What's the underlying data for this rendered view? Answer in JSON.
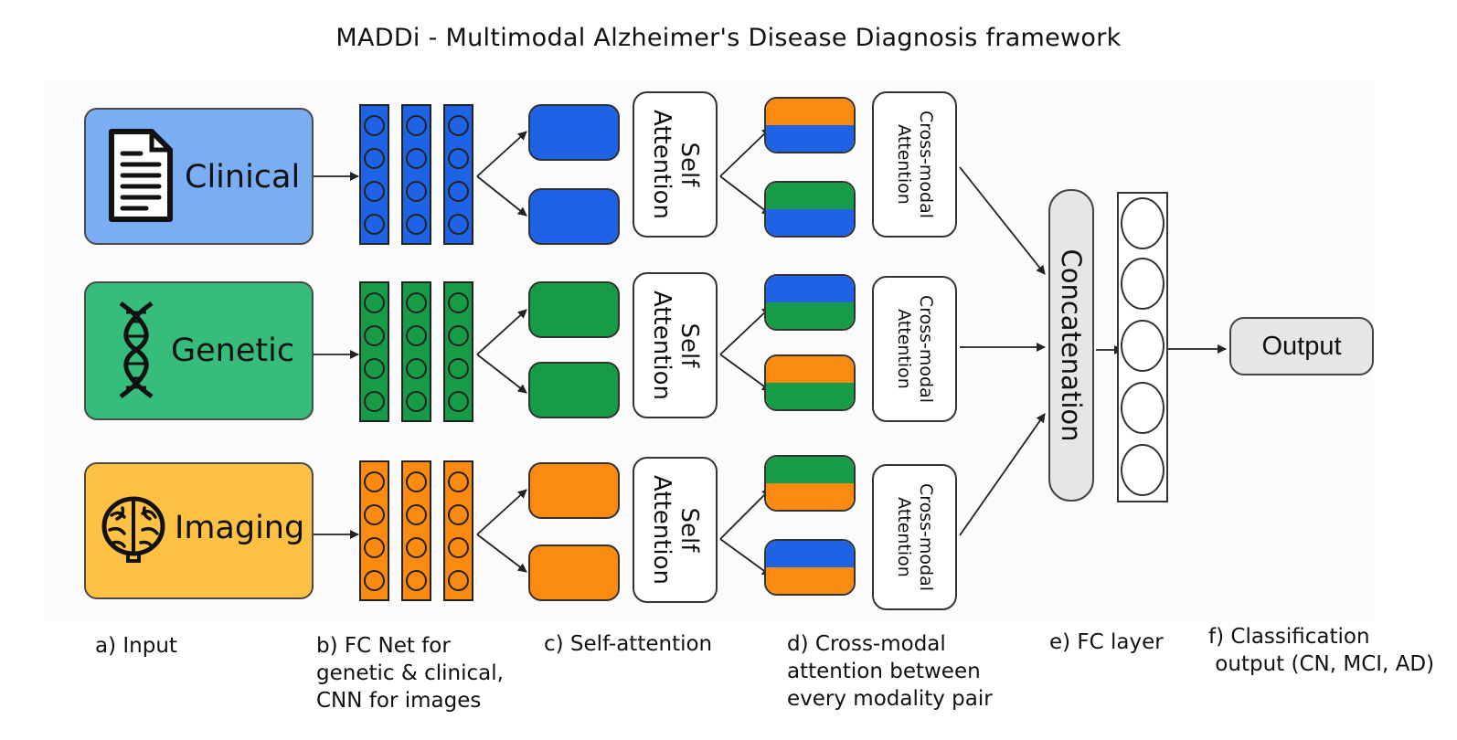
{
  "title": "MADDi -  Multimodal Alzheimer's Disease Diagnosis framework",
  "colors": {
    "clinical": "#1e63e6",
    "genetic": "#189b46",
    "imaging": "#fb8a10",
    "clinical_box": "#7aaef3",
    "genetic_box": "#36bd7c",
    "imaging_box": "#fec144"
  },
  "inputs": [
    {
      "label": "Clinical",
      "icon": "document-icon"
    },
    {
      "label": "Genetic",
      "icon": "dna-icon"
    },
    {
      "label": "Imaging",
      "icon": "brain-icon"
    }
  ],
  "self_attention_label": "Self Attention",
  "self_attention_lines": [
    "Self",
    "Attention"
  ],
  "cross_modal_lines": [
    "Cross-modal",
    "Attention"
  ],
  "cross_modal_pairs": [
    [
      [
        "imaging",
        "clinical"
      ],
      [
        "genetic",
        "clinical"
      ]
    ],
    [
      [
        "clinical",
        "genetic"
      ],
      [
        "imaging",
        "genetic"
      ]
    ],
    [
      [
        "genetic",
        "imaging"
      ],
      [
        "clinical",
        "imaging"
      ]
    ]
  ],
  "concatenation_label": "Concatenation",
  "output_label": "Output",
  "captions": {
    "a": "a) Input",
    "b": "b) FC Net for\ngenetic & clinical,\nCNN for images",
    "c": "c) Self-attention",
    "d": "d) Cross-modal\nattention between\nevery modality pair",
    "e": "e) FC layer",
    "f": "f) Classification\n output (CN, MCI, AD)"
  }
}
